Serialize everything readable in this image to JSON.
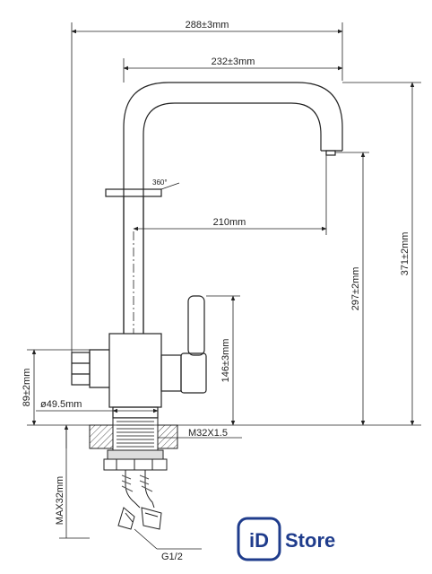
{
  "drawing": {
    "dimensions": {
      "total_width": "288±3mm",
      "spout_width": "232±3mm",
      "rotation": "360°",
      "spout_reach": "210mm",
      "spout_height": "297±2mm",
      "total_height": "371±2mm",
      "body_height": "146±3mm",
      "base_height": "89±2mm",
      "base_diameter": "ø49.5mm",
      "thread": "M32X1.5",
      "max_thickness": "MAX32mm",
      "connection": "G1/2"
    }
  },
  "brand": {
    "prefix": "iD",
    "name": "Store",
    "color": "#1f3c8c"
  }
}
